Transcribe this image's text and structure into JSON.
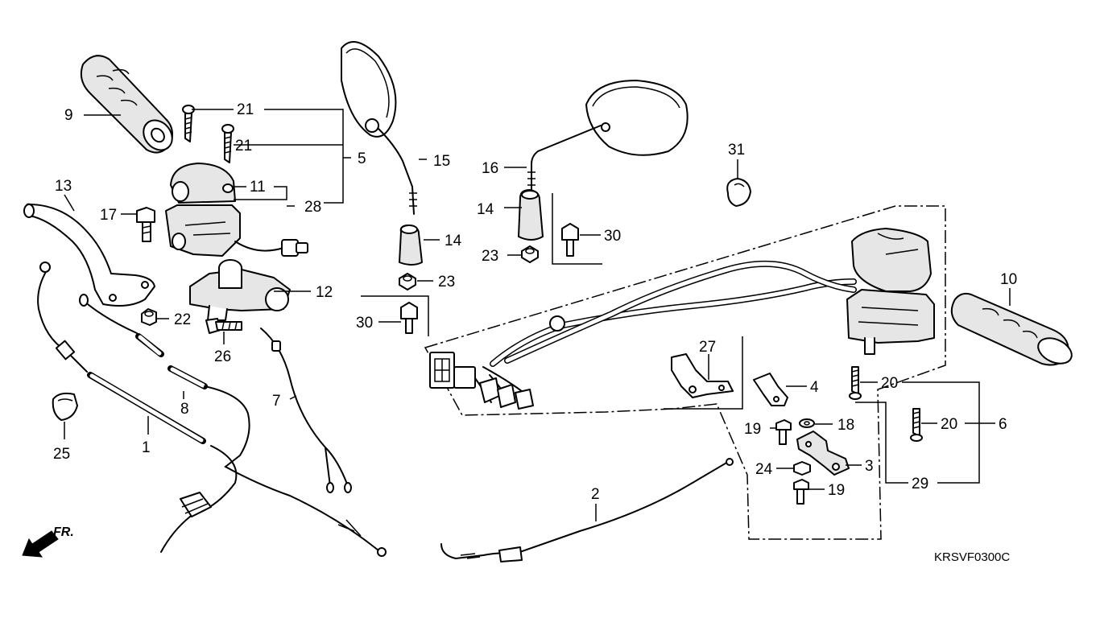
{
  "diagram": {
    "code": "KRSVF0300C",
    "direction_label": "FR.",
    "callouts": {
      "c1": "1",
      "c2": "2",
      "c3": "3",
      "c4": "4",
      "c5": "5",
      "c6": "6",
      "c7": "7",
      "c8": "8",
      "c9": "9",
      "c10": "10",
      "c11": "11",
      "c12": "12",
      "c13": "13",
      "c14a": "14",
      "c14b": "14",
      "c15": "15",
      "c16": "16",
      "c17": "17",
      "c18": "18",
      "c19a": "19",
      "c19b": "19",
      "c20a": "20",
      "c20b": "20",
      "c21a": "21",
      "c21b": "21",
      "c22": "22",
      "c23a": "23",
      "c23b": "23",
      "c24": "24",
      "c25": "25",
      "c26": "26",
      "c27": "27",
      "c28": "28",
      "c29": "29",
      "c30a": "30",
      "c30b": "30",
      "c31": "31"
    }
  }
}
